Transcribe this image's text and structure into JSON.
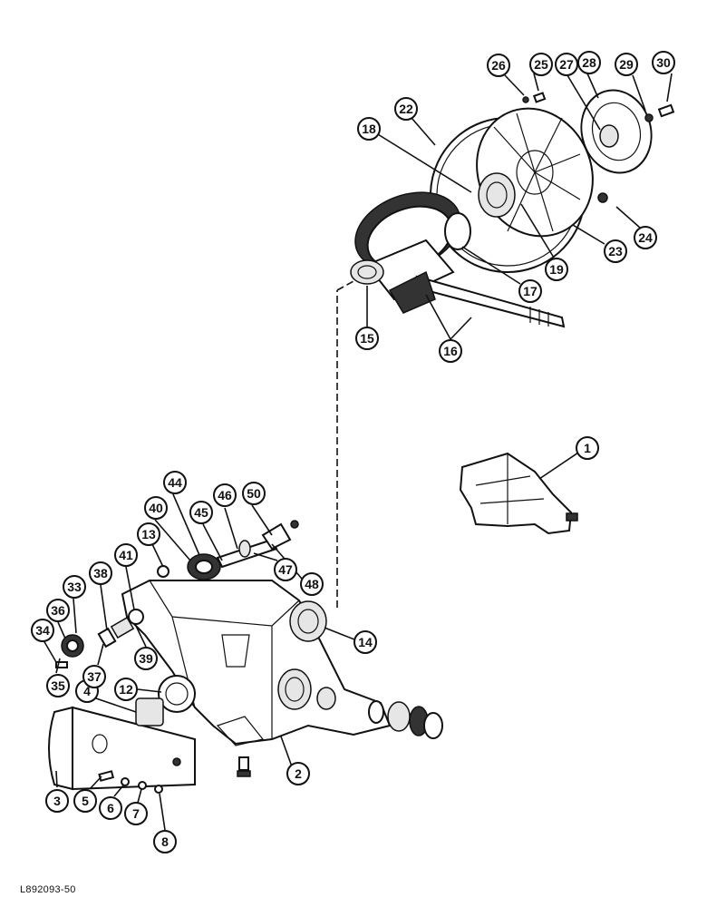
{
  "reference_code": "L892093-50",
  "callouts": [
    "1",
    "2",
    "3",
    "4",
    "5",
    "6",
    "7",
    "8",
    "12",
    "13",
    "14",
    "15",
    "16",
    "17",
    "18",
    "19",
    "22",
    "23",
    "24",
    "25",
    "26",
    "27",
    "28",
    "29",
    "30",
    "33",
    "34",
    "35",
    "36",
    "37",
    "38",
    "39",
    "40",
    "41",
    "44",
    "45",
    "46",
    "47",
    "48",
    "50"
  ]
}
